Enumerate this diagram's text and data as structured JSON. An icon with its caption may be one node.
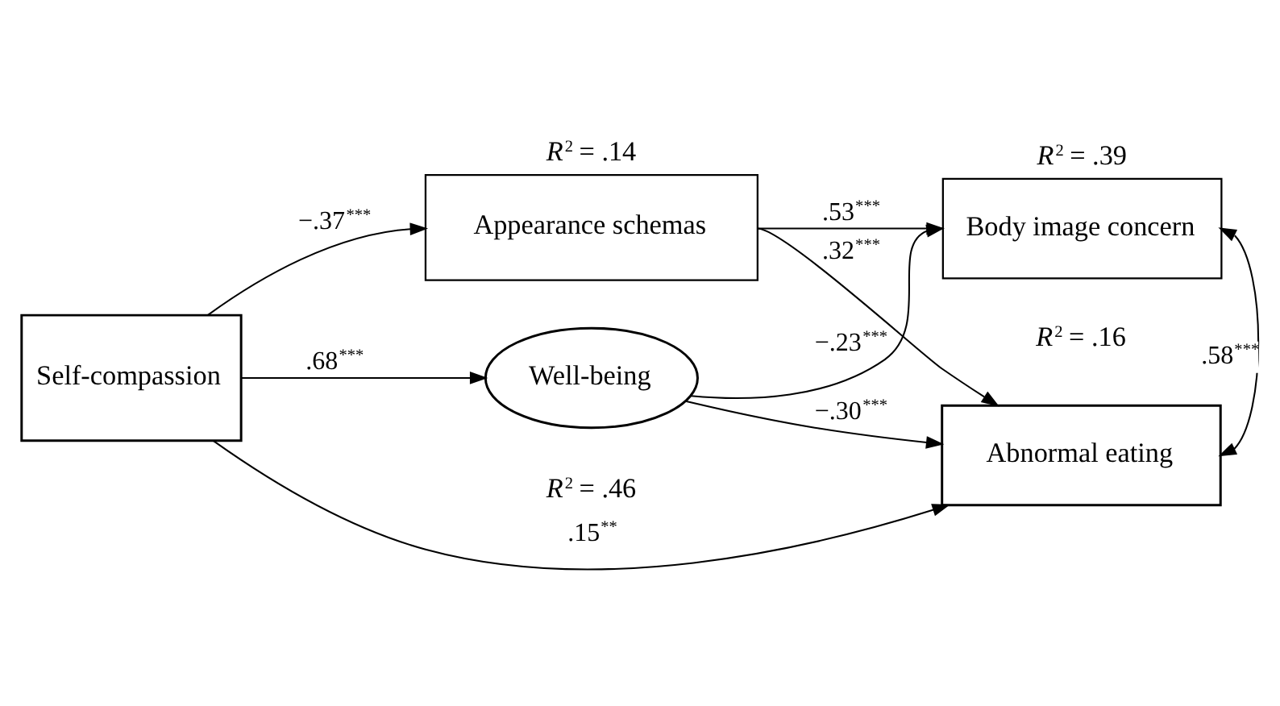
{
  "diagram": {
    "nodes": [
      {
        "text": [
          "Self-compassion"
        ]
      },
      {
        "text": [
          "Appearance schemas"
        ],
        "beside": [
          "*R*$^{2}$ = .14"
        ]
      },
      {
        "text": [
          "Body image concern"
        ],
        "beside": [
          "*R*$^{2}$ = .39"
        ]
      },
      {
        "text": [
          "Abnormal eating"
        ],
        "beside": [
          "*R*$^{2}$ = .16"
        ]
      },
      {
        "text": [
          "Well-being"
        ],
        "beside": [
          "*R*$^{2}$ = .46"
        ]
      }
    ],
    "edges": [
      {
        "from": 0,
        "to": 1,
        "arrow": "to",
        "label": "−.37$^{***}$"
      },
      {
        "from": 1,
        "to": 2,
        "arrow": "to",
        "label": ".53$^{***}$"
      },
      {
        "from": 1,
        "to": 3,
        "arrow": "to",
        "label": ".32$^{***}$"
      },
      {
        "from": 0,
        "to": 3,
        "arrow": "to",
        "label": ".15$^{**}$"
      },
      {
        "from": 0,
        "to": 4,
        "arrow": "to",
        "label": ".68$^{***}$"
      },
      {
        "from": 4,
        "to": 2,
        "arrow": "to",
        "label": "−.23$^{***}$"
      },
      {
        "from": 4,
        "to": 3,
        "arrow": "to",
        "label": "−.30$^{***}$"
      },
      {
        "from": 2,
        "to": 3,
        "arrow": "both",
        "label": ".58$^{***}$"
      }
    ]
  }
}
